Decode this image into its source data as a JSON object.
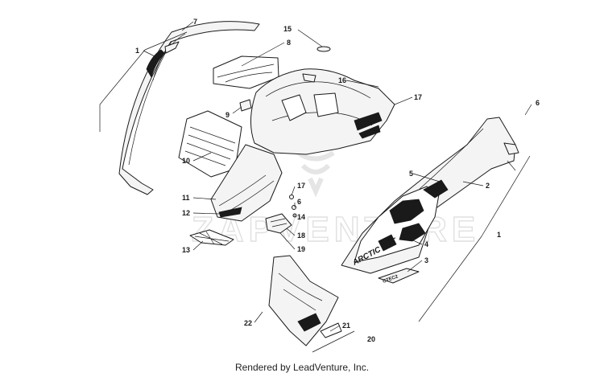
{
  "diagram": {
    "watermark": "ZAPVENTURE",
    "decal_text": "ARCTIC CAT",
    "decal_small_text": "CTEC2",
    "credit": "Rendered by LeadVenture, Inc.",
    "callouts": {
      "c1a": "1",
      "c7": "7",
      "c8": "8",
      "c15": "15",
      "c16": "16",
      "c17a": "17",
      "c6a": "6",
      "c9": "9",
      "c10": "10",
      "c11": "11",
      "c12": "12",
      "c13": "13",
      "c5": "5",
      "c2": "2",
      "c17b": "17",
      "c6b": "6",
      "c14": "14",
      "c18": "18",
      "c19": "19",
      "c4": "4",
      "c1b": "1",
      "c3": "3",
      "c22": "22",
      "c21": "21",
      "c20": "20"
    },
    "colors": {
      "line": "#1a1a1a",
      "fill": "#f4f4f4",
      "watermark": "#c8c8c8"
    }
  }
}
